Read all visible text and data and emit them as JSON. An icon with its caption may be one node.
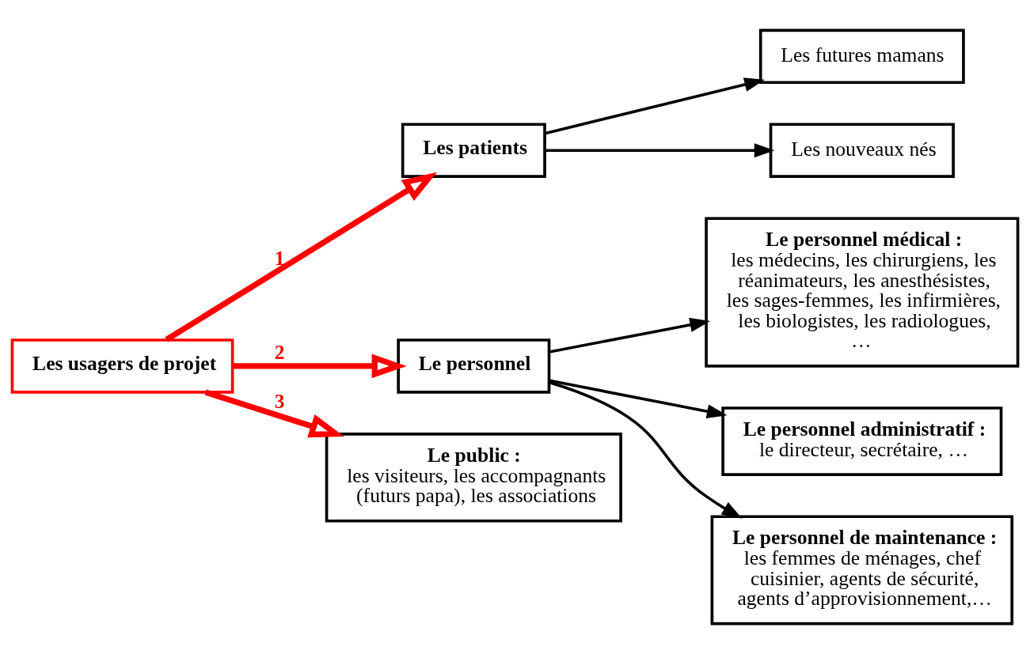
{
  "diagram": {
    "nodes": [
      {
        "text": [
          "Les patients"
        ]
      },
      {
        "text": [
          "Les futures mamans"
        ]
      },
      {
        "text": [
          "Les nouveaux nés"
        ]
      },
      {
        "text": [
          "Les usagers de projet"
        ]
      },
      {
        "text": [
          "Le personnel"
        ]
      },
      {
        "text": [
          "Le personnel médical :",
          "les médecins, les chirurgiens, les réanimateurs, les anesthésistes, les sages-femmes, les infirmières, les biologistes, les radiologues, …"
        ]
      },
      {
        "text": [
          "Le personnel administratif :",
          "le directeur, secrétaire, …"
        ]
      },
      {
        "text": [
          "Le personnel de maintenance :",
          "les femmes de ménages, chef cuisinier, agents de sécurité, agents d’approvisionnement,…"
        ]
      },
      {
        "text": [
          "Le public :",
          "les visiteurs, les accompagnants (futurs papa), les associations"
        ]
      }
    ],
    "edges": [
      {
        "from": 0,
        "to": 1,
        "arrow": "to"
      },
      {
        "from": 0,
        "to": 2,
        "arrow": "to"
      },
      {
        "from": 3,
        "to": 0,
        "arrow": "to",
        "label": "1",
        "style": "thick",
        "color": "#ff0000"
      },
      {
        "from": 3,
        "to": 4,
        "arrow": "to",
        "label": "2",
        "style": "thick",
        "color": "#ff0000"
      },
      {
        "from": 3,
        "to": 8,
        "arrow": "to",
        "label": "3",
        "style": "thick",
        "color": "#ff0000"
      },
      {
        "from": 4,
        "to": 5,
        "arrow": "to"
      },
      {
        "from": 4,
        "to": 6,
        "arrow": "to"
      },
      {
        "from": 4,
        "to": 7,
        "arrow": "to"
      }
    ]
  }
}
